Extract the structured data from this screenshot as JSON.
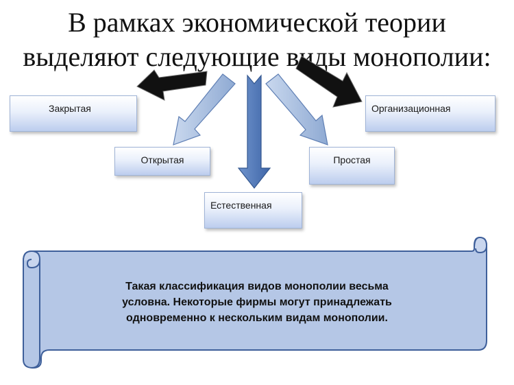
{
  "title": {
    "line1": "В рамках экономической теории",
    "line2": "выделяют следующие виды монополии:"
  },
  "types": [
    {
      "label": "Закрытая"
    },
    {
      "label": "Открытая"
    },
    {
      "label": "Естественная"
    },
    {
      "label": "Простая"
    },
    {
      "label": "Организационная"
    }
  ],
  "note": {
    "line1": "Такая классификация видов монополии весьма",
    "line2": "условна. Некоторые фирмы могут принадлежать",
    "line3": "одновременно к нескольким видам монополии."
  },
  "colors": {
    "arrow_dark": "#111111",
    "arrow_light": "#9ab3d8",
    "arrow_mid": "#4f77b8",
    "scroll_fill": "#b5c7e6",
    "scroll_border": "#3e5f9a"
  }
}
